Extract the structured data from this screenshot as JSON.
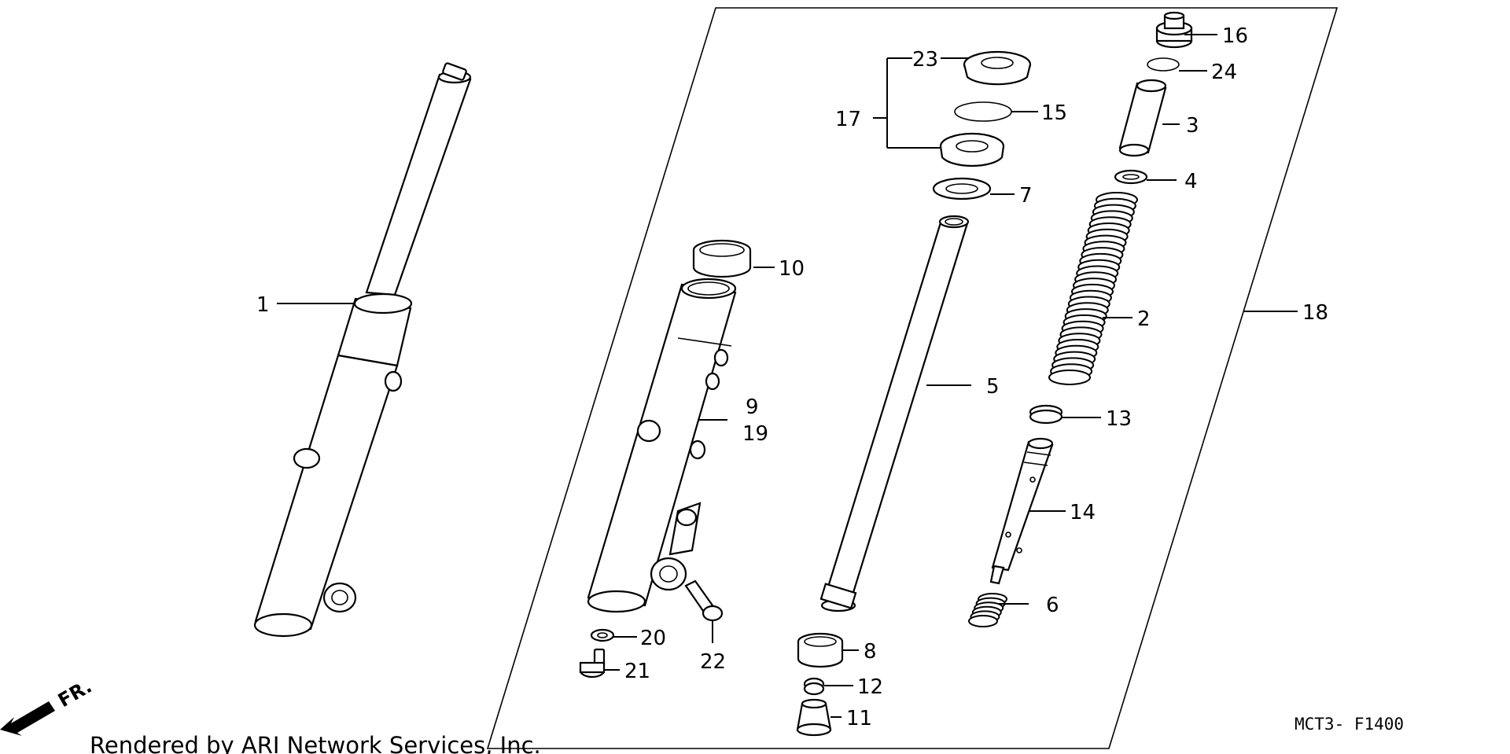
{
  "diagram": {
    "callouts": {
      "c1": "1",
      "c2": "2",
      "c3": "3",
      "c4": "4",
      "c5": "5",
      "c6": "6",
      "c7": "7",
      "c8": "8",
      "c9": "9",
      "c10": "10",
      "c11": "11",
      "c12": "12",
      "c13": "13",
      "c14": "14",
      "c15": "15",
      "c16": "16",
      "c17": "17",
      "c18": "18",
      "c19": "19",
      "c20": "20",
      "c21": "21",
      "c22": "22",
      "c23": "23",
      "c24": "24"
    },
    "direction_label": "FR.",
    "figure_code": "MCT3- F1400",
    "credit": "Rendered by ARI Network Services, Inc."
  }
}
